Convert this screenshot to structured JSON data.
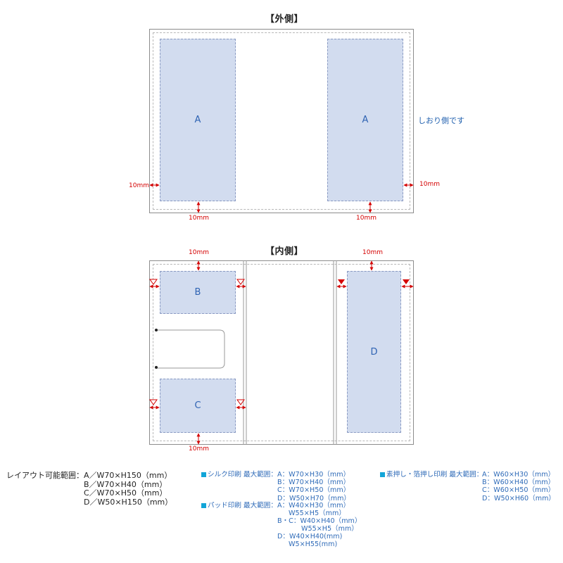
{
  "outer": {
    "title": "【外側】",
    "zone_left_label": "A",
    "zone_right_label": "A",
    "bookmark_note": "しおり側です",
    "dim_left": "10mm",
    "dim_right": "10mm",
    "dim_bottom_left": "10mm",
    "dim_bottom_right": "10mm"
  },
  "inner": {
    "title": "【内側】",
    "zone_b_label": "B",
    "zone_c_label": "C",
    "zone_d_label": "D",
    "dim_top_left": "10mm",
    "dim_top_right": "10mm",
    "dim_bottom_left": "10mm"
  },
  "layout_specs": {
    "heading": "レイアウト可能範囲：",
    "items": [
      "A／W70×H150（mm）",
      "B／W70×H40（mm）",
      "C／W70×H50（mm）",
      "D／W50×H150（mm）"
    ]
  },
  "silk": {
    "heading": "シルク印刷 最大範囲：",
    "lines": [
      "A：W70×H30（mm）",
      "B：W70×H40（mm）",
      "C：W70×H50（mm）",
      "D：W50×H70（mm）"
    ]
  },
  "pad": {
    "heading": "パッド印刷 最大範囲：",
    "lines": [
      "A：W40×H30（mm）",
      "W55×H5（mm）",
      "B・C：W40×H40（mm）",
      "W55×H5（mm）",
      "D：W40×H40(mm)",
      "W5×H55(mm)"
    ]
  },
  "emboss": {
    "heading": "素押し・箔押し印刷 最大範囲：",
    "lines": [
      "A：W60×H30（mm）",
      "B：W60×H40（mm）",
      "C：W60×H50（mm）",
      "D：W50×H60（mm）"
    ]
  },
  "colors": {
    "zone_fill": "#d2dcef",
    "zone_text": "#2f63b3",
    "dimension_red": "#d40000",
    "bullet_cyan": "#12a5d8"
  }
}
